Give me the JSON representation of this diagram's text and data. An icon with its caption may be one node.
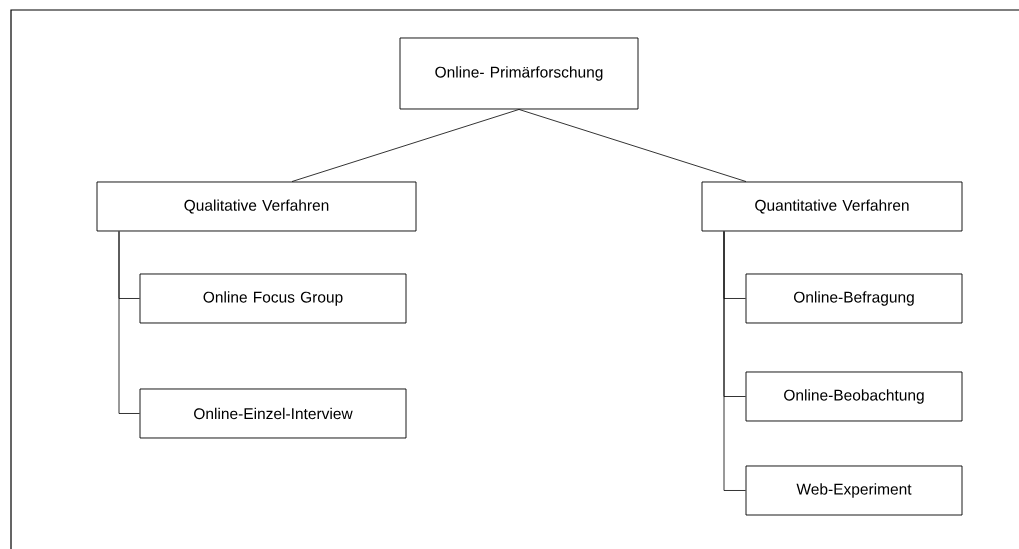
{
  "diagram": {
    "nodes": [
      {
        "text": [
          "Online- Primärforschung"
        ]
      },
      {
        "text": [
          "Qualitative Verfahren"
        ]
      },
      {
        "text": [
          "Quantitative Verfahren"
        ]
      },
      {
        "text": [
          "Online Focus Group"
        ]
      },
      {
        "text": [
          "Online-Einzel-Interview"
        ]
      },
      {
        "text": [
          "Online-Befragung"
        ]
      },
      {
        "text": [
          "Online-Beobachtung"
        ]
      },
      {
        "text": [
          "Web-Experiment"
        ]
      }
    ],
    "edges": [
      {
        "from": 0,
        "to": 1,
        "arrow": "none"
      },
      {
        "from": 0,
        "to": 2,
        "arrow": "none"
      },
      {
        "from": 1,
        "to": 3,
        "arrow": "none"
      },
      {
        "from": 1,
        "to": 4,
        "arrow": "none"
      },
      {
        "from": 2,
        "to": 5,
        "arrow": "none"
      },
      {
        "from": 2,
        "to": 6,
        "arrow": "none"
      },
      {
        "from": 2,
        "to": 7,
        "arrow": "none"
      }
    ]
  }
}
